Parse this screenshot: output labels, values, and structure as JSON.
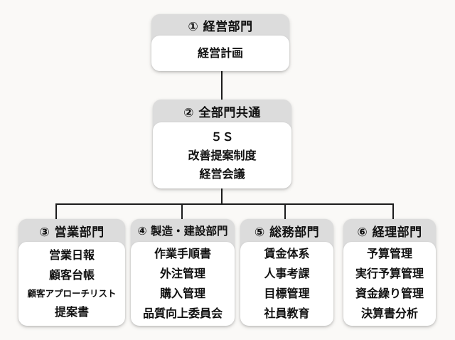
{
  "colors": {
    "page_bg": "#faf9f7",
    "header_bg": "#dcdcdc",
    "body_bg": "#ffffff",
    "line_color": "#1c1c1c",
    "text_color": "#111111"
  },
  "diagram": {
    "type": "org-chart",
    "nodes": [
      {
        "id": "management",
        "title": "① 経営部門",
        "items": [
          "経営計画"
        ]
      },
      {
        "id": "all-departments-common",
        "title": "② 全部門共通",
        "items": [
          "５Ｓ",
          "改善提案制度",
          "経営会議"
        ]
      },
      {
        "id": "sales",
        "title": "③ 営業部門",
        "items": [
          "営業日報",
          "顧客台帳",
          "顧客アプローチリスト",
          "提案書"
        ]
      },
      {
        "id": "manufacturing-construction",
        "title": "④ 製造・建設部門",
        "items": [
          "作業手順書",
          "外注管理",
          "購入管理",
          "品質向上委員会"
        ]
      },
      {
        "id": "general-affairs",
        "title": "⑤ 総務部門",
        "items": [
          "賃金体系",
          "人事考課",
          "目標管理",
          "社員教育"
        ]
      },
      {
        "id": "accounting",
        "title": "⑥ 経理部門",
        "items": [
          "予算管理",
          "実行予算管理",
          "資金繰り管理",
          "決算書分析"
        ]
      }
    ],
    "edges": [
      {
        "from": "management",
        "to": "all-departments-common"
      },
      {
        "from": "all-departments-common",
        "to": "sales"
      },
      {
        "from": "all-departments-common",
        "to": "manufacturing-construction"
      },
      {
        "from": "all-departments-common",
        "to": "general-affairs"
      },
      {
        "from": "all-departments-common",
        "to": "accounting"
      }
    ]
  }
}
